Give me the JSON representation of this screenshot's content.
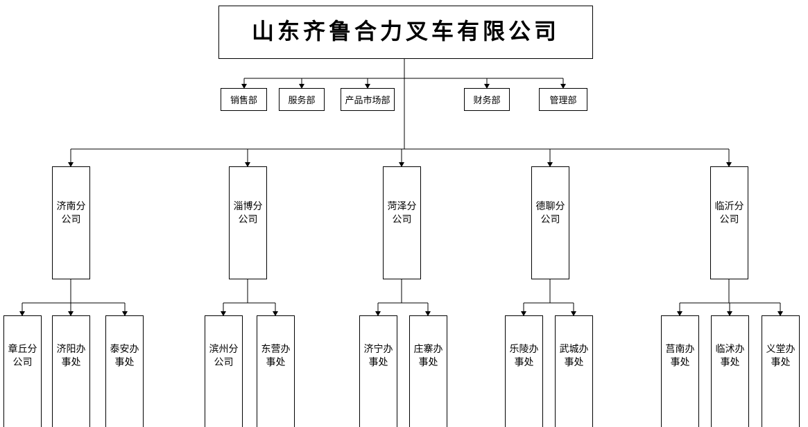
{
  "title": "山东齐鲁合力叉车有限公司",
  "departments": [
    {
      "label": "销售部"
    },
    {
      "label": "服务部"
    },
    {
      "label": "产品市场部"
    },
    {
      "label": "财务部"
    },
    {
      "label": "管理部"
    }
  ],
  "branches": [
    {
      "label": "济南分\n公司",
      "children": [
        {
          "label": "章丘分\n公司"
        },
        {
          "label": "济阳办\n事处"
        },
        {
          "label": "泰安办\n事处"
        }
      ]
    },
    {
      "label": "淄博分\n公司",
      "children": [
        {
          "label": "滨州分\n公司"
        },
        {
          "label": "东营办\n事处"
        }
      ]
    },
    {
      "label": "菏泽分\n公司",
      "children": [
        {
          "label": "济宁办\n事处"
        },
        {
          "label": "庄寨办\n事处"
        }
      ]
    },
    {
      "label": "德聊分\n公司",
      "children": [
        {
          "label": "乐陵办\n事处"
        },
        {
          "label": "武城办\n事处"
        }
      ]
    },
    {
      "label": "临沂分\n公司",
      "children": [
        {
          "label": "莒南办\n事处"
        },
        {
          "label": "临沭办\n事处"
        },
        {
          "label": "义堂办\n事处"
        }
      ]
    }
  ]
}
